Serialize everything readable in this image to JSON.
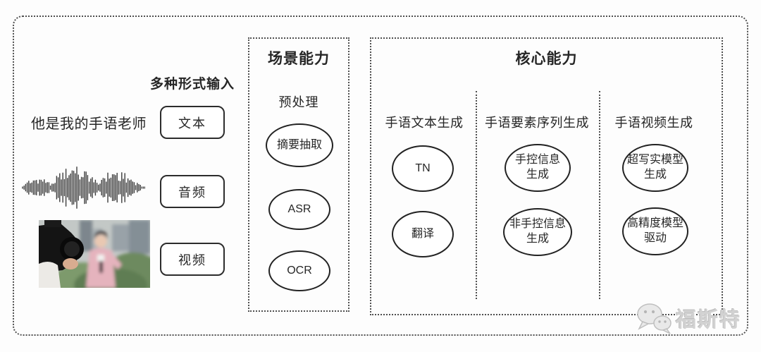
{
  "input_section": {
    "heading": "多种形式输入",
    "sentence": "他是我的手语老师",
    "types": [
      {
        "label": "文本"
      },
      {
        "label": "音频"
      },
      {
        "label": "视频"
      }
    ]
  },
  "scene_box": {
    "title": "场景能力",
    "subtitle": "预处理",
    "nodes": [
      {
        "label": "摘要抽取"
      },
      {
        "label": "ASR"
      },
      {
        "label": "OCR"
      }
    ]
  },
  "core_box": {
    "title": "核心能力",
    "columns": [
      {
        "header": "手语文本生成",
        "nodes": [
          {
            "label": "TN"
          },
          {
            "label": "翻译"
          }
        ]
      },
      {
        "header": "手语要素序列生成",
        "nodes": [
          {
            "label": "手控信息\n生成"
          },
          {
            "label": "非手控信息\n生成"
          }
        ]
      },
      {
        "header": "手语视频生成",
        "nodes": [
          {
            "label": "超写实模型\n生成"
          },
          {
            "label": "高精度模型\n驱动"
          }
        ]
      }
    ]
  },
  "icons": {
    "waveform": "audio-waveform-icon",
    "photo": "interview-photo",
    "watermark_logo": "wechat-icon"
  },
  "watermark": {
    "text": "福斯特"
  },
  "colors": {
    "line": "#222222",
    "dotted_border": "#4f4f4f",
    "background": "#fdfdfd",
    "watermark": "#d2d2d2"
  }
}
